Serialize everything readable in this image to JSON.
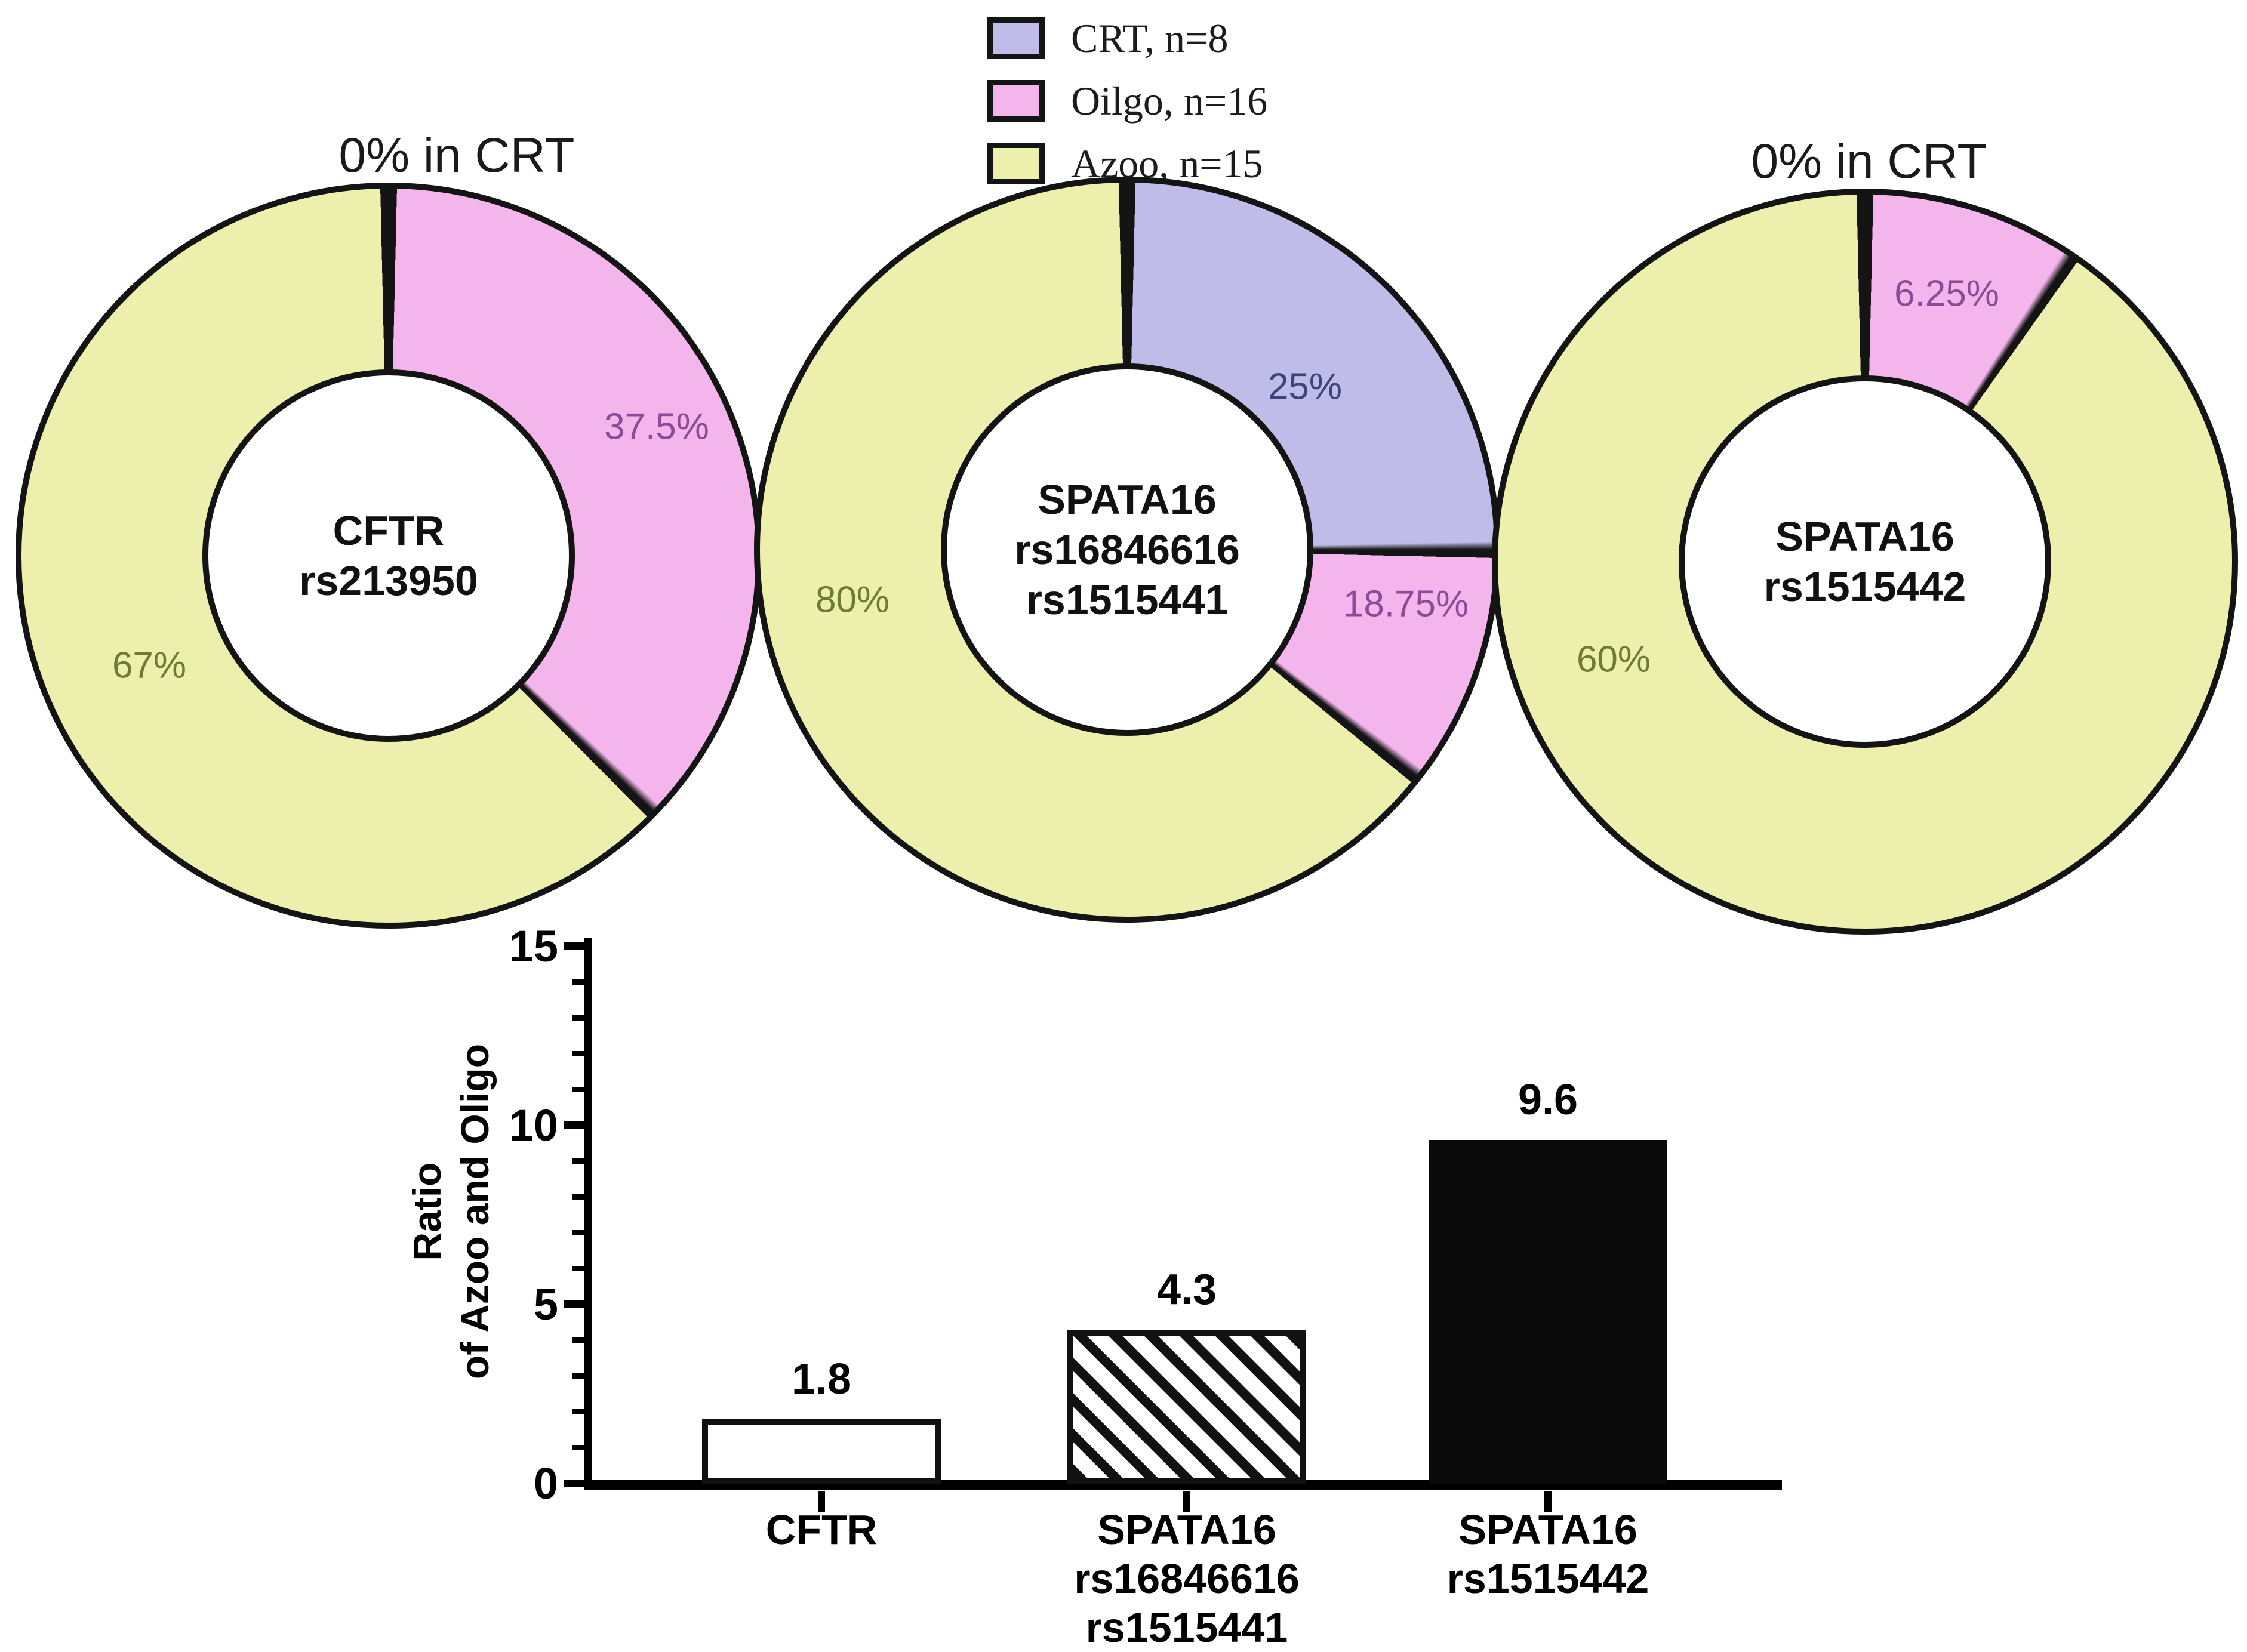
{
  "legend": {
    "items": [
      {
        "label": "CRT, n=8",
        "color": "#bfbce9"
      },
      {
        "label": "Oilgo, n=16",
        "color": "#f4b4ec"
      },
      {
        "label": "Azoo, n=15",
        "color": "#edefac"
      }
    ]
  },
  "chart_data": [
    {
      "type": "pie",
      "subtype": "donut",
      "title": "0% in CRT",
      "center_label": "CFTR\nrs213950",
      "slices": [
        {
          "group": "Oilgo",
          "label": "37.5%",
          "value": 37.5,
          "arc": [
            0,
            134
          ],
          "color": "#f4b4ec",
          "label_color": "#8e4a96"
        },
        {
          "group": "Azoo",
          "label": "67%",
          "value": 67,
          "arc": [
            134,
            360
          ],
          "color": "#edefac",
          "label_color": "#6e7c33"
        }
      ],
      "crt_share": "0%"
    },
    {
      "type": "pie",
      "subtype": "donut",
      "title": "",
      "center_label": "SPATA16\nrs16846616\nrs1515441",
      "slices": [
        {
          "group": "CRT",
          "label": "25%",
          "value": 25,
          "arc": [
            0,
            90
          ],
          "color": "#bfbce9",
          "label_color": "#43417a"
        },
        {
          "group": "Oilgo",
          "label": "18.75%",
          "value": 18.75,
          "arc": [
            90,
            128
          ],
          "color": "#f4b4ec",
          "label_color": "#8e4a96"
        },
        {
          "group": "Azoo",
          "label": "80%",
          "value": 80,
          "arc": [
            128,
            360
          ],
          "color": "#edefac",
          "label_color": "#6e7c33"
        }
      ]
    },
    {
      "type": "pie",
      "subtype": "donut",
      "title": "0% in CRT",
      "center_label": "SPATA16\nrs1515442",
      "slices": [
        {
          "group": "Oilgo",
          "label": "6.25%",
          "value": 6.25,
          "arc": [
            0,
            34
          ],
          "color": "#f4b4ec",
          "label_color": "#8e4a96"
        },
        {
          "group": "Azoo",
          "label": "60%",
          "value": 60,
          "arc": [
            34,
            360
          ],
          "color": "#edefac",
          "label_color": "#6e7c33"
        }
      ],
      "crt_share": "0%"
    },
    {
      "type": "bar",
      "ylabel": "Ratio\nof Azoo and Oligo",
      "ylabel_line1": "Ratio",
      "ylabel_line2": "of Azoo and Oligo",
      "ylim": [
        0,
        15
      ],
      "yticks": [
        0,
        5,
        10,
        15
      ],
      "minor_step": 1,
      "grid": false,
      "bars": [
        {
          "category": "CFTR",
          "value": 1.8,
          "label": "1.8",
          "fill": "white"
        },
        {
          "category": "SPATA16\nrs16846616\nrs1515441",
          "value": 4.3,
          "label": "4.3",
          "fill": "hatch"
        },
        {
          "category": "SPATA16\nrs1515442",
          "value": 9.6,
          "label": "9.6",
          "fill": "black"
        }
      ]
    }
  ]
}
